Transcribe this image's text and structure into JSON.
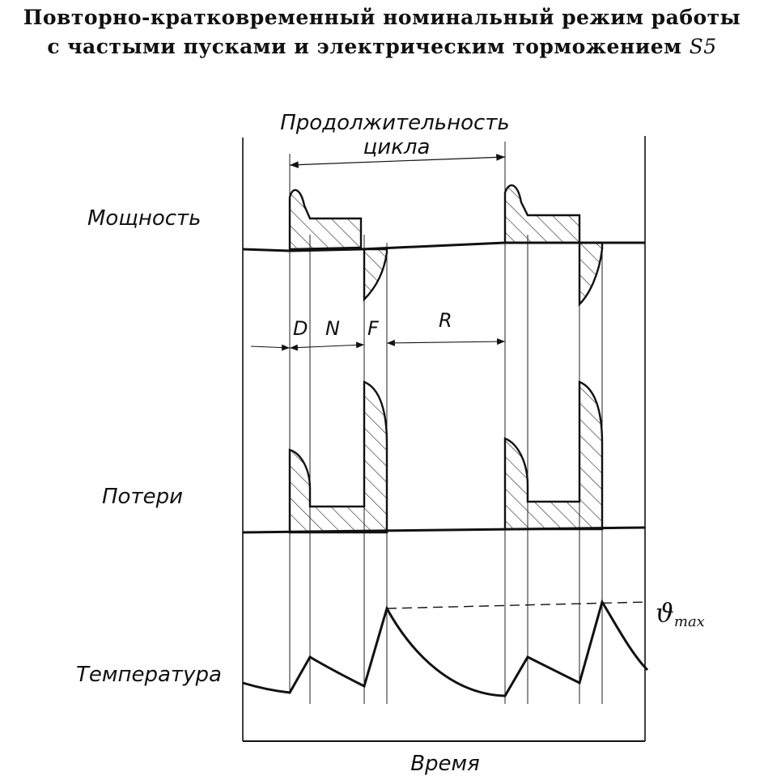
{
  "title": {
    "line1": "Повторно-кратковременный номинальный режим работы",
    "line2": "с частыми пусками и электрическим торможением",
    "symbol": "S5"
  },
  "labels": {
    "cycle_line1": "Продолжительность",
    "cycle_line2": "цикла",
    "power": "Мощность",
    "losses": "Потери",
    "temperature": "Температура",
    "time": "Время",
    "d": "D",
    "n": "N",
    "f": "F",
    "r": "R",
    "theta": "ϑ",
    "theta_sub": "max"
  }
}
